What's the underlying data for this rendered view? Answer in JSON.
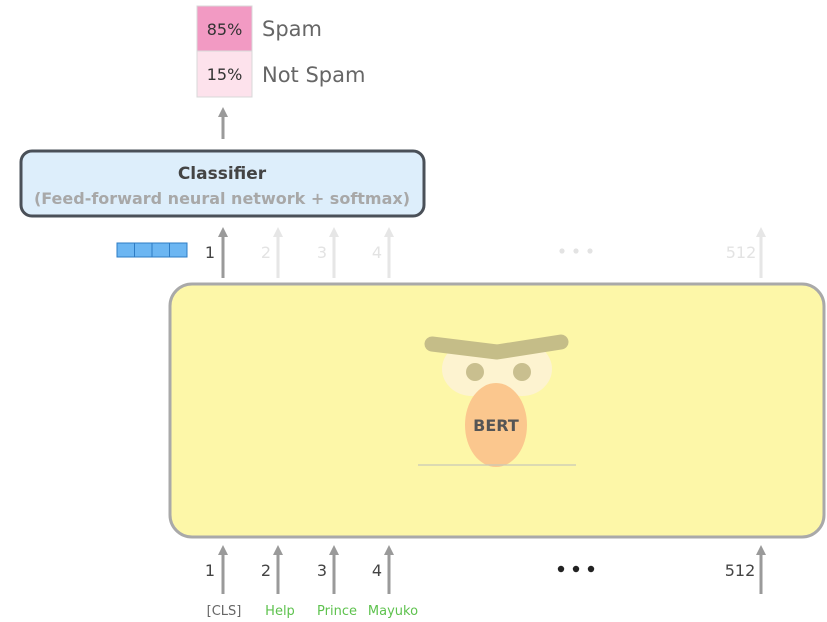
{
  "output": {
    "rows": [
      {
        "percent": "85%",
        "label": "Spam",
        "color": "#f29ac3"
      },
      {
        "percent": "15%",
        "label": "Not Spam",
        "color": "#fde2ec"
      }
    ]
  },
  "classifier": {
    "title": "Classifier",
    "subtitle": "(Feed-forward neural network + softmax)"
  },
  "bert": {
    "label": "BERT"
  },
  "top_positions": [
    "1",
    "2",
    "3",
    "4",
    "512"
  ],
  "bottom_positions": [
    "1",
    "2",
    "3",
    "4",
    "512"
  ],
  "ellipsis": "•••",
  "tokens": [
    "[CLS]",
    "Help",
    "Prince",
    "Mayuko"
  ],
  "colors": {
    "classifier_fill": "#ddeefb",
    "classifier_stroke": "#4a5058",
    "bert_fill": "#fdf7a8",
    "bert_stroke": "#a9a9a9",
    "arrow_active": "#9a9a9a",
    "arrow_faded": "#e6e6e6",
    "token_green": "#5ec24e",
    "vector_fill": "#6cb6f2"
  }
}
